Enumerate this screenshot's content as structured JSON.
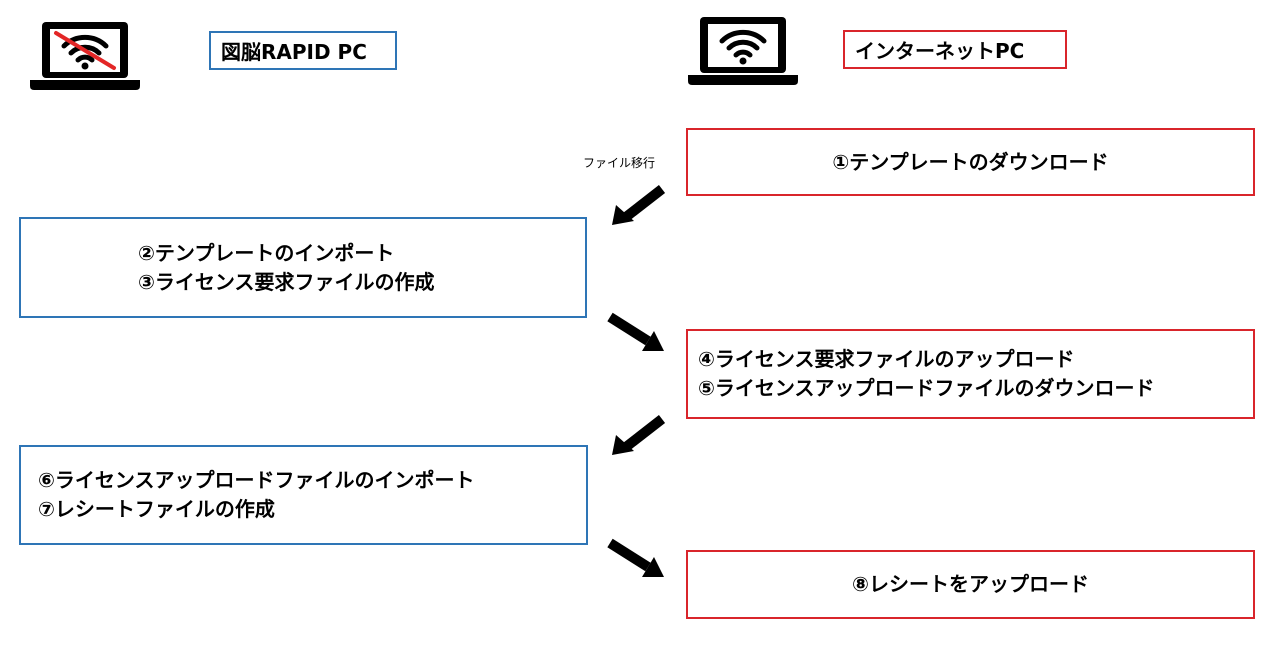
{
  "left_pc": {
    "label": "図脳RAPID PC",
    "icon": "laptop-wifi-off-icon"
  },
  "right_pc": {
    "label": "インターネットPC",
    "icon": "laptop-wifi-icon"
  },
  "transfer_caption": "ファイル移行",
  "steps": {
    "s1": [
      "①テンプレートのダウンロード"
    ],
    "s2": [
      "②テンプレートのインポート",
      "③ライセンス要求ファイルの作成"
    ],
    "s3": [
      "④ライセンス要求ファイルのアップロード",
      "⑤ライセンスアップロードファイルのダウンロード"
    ],
    "s4": [
      "⑥ライセンスアップロードファイルのインポート",
      "⑦レシートファイルの作成"
    ],
    "s5": [
      "⑧レシートをアップロード"
    ]
  },
  "colors": {
    "offline_border": "#2e75b6",
    "online_border": "#d9252b",
    "slash": "#e32626",
    "ink": "#000000"
  }
}
